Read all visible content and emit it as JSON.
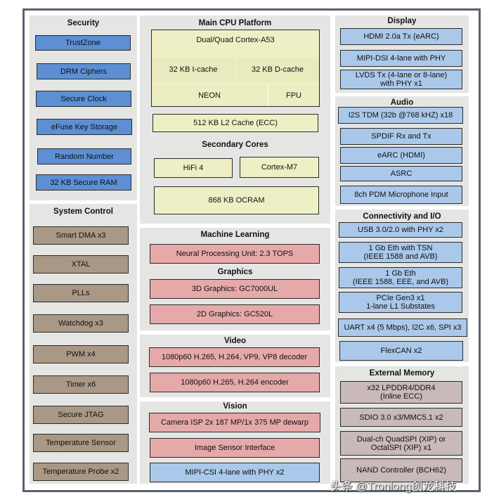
{
  "colors": {
    "security": "#5c8fd4",
    "io": "#aac8ea",
    "system": "#a99886",
    "media": "#e6a9a9",
    "cpu": "#eeefc4",
    "memory": "#c9b9b8",
    "panel": "#e5e6e3"
  },
  "sections": {
    "security": {
      "title": "Security",
      "items": [
        "TrustZone",
        "DRM Ciphers",
        "Secure Clock",
        "eFuse Key Storage",
        "Random Number",
        "32 KB Secure RAM"
      ]
    },
    "system": {
      "title": "System Control",
      "items": [
        "Smart DMA x3",
        "XTAL",
        "PLLs",
        "Watchdog x3",
        "PWM x4",
        "Timer x6",
        "Secure JTAG",
        "Temperature Sensor",
        "Temperature Probe x2"
      ]
    },
    "cpu": {
      "title": "Main CPU Platform",
      "core": "Dual/Quad Cortex-A53",
      "icache": "32 KB I-cache",
      "dcache": "32 KB D-cache",
      "neon": "NEON",
      "fpu": "FPU",
      "l2": "512 KB L2 Cache (ECC)",
      "secondary_title": "Secondary Cores",
      "hifi": "HiFi 4",
      "m7": "Cortex-M7",
      "ocram": "868 KB OCRAM"
    },
    "ml": {
      "title": "Machine Learning",
      "items": [
        "Neural Processing Unit: 2.3 TOPS"
      ]
    },
    "graphics": {
      "title": "Graphics",
      "items": [
        "3D Graphics: GC7000UL",
        "2D Graphics: GC520L"
      ]
    },
    "video": {
      "title": "Video",
      "items": [
        "1080p60 H.265, H.264, VP9, VP8 decoder",
        "1080p60 H.265, H.264 encoder"
      ]
    },
    "vision": {
      "title": "Vision",
      "items": [
        "Camera ISP 2x 187 MP/1x 375 MP dewarp",
        "Image Sensor Interface",
        "MIPI-CSI 4-lane with PHY x2"
      ]
    },
    "display": {
      "title": "Display",
      "items": [
        "HDMI 2.0a Tx (eARC)",
        "MIPI-DSI 4-lane with PHY",
        "LVDS Tx (4-lane or 8-lane)\nwith PHY x1"
      ]
    },
    "audio": {
      "title": "Audio",
      "items": [
        "I2S TDM (32b @768 kHZ) x18",
        "SPDIF Rx and Tx",
        "eARC (HDMI)",
        "ASRC",
        "8ch PDM Microphone Input"
      ]
    },
    "connectivity": {
      "title": "Connectivity and I/O",
      "items": [
        "USB 3.0/2.0 with PHY x2",
        "1 Gb Eth with TSN\n(IEEE 1588 and AVB)",
        "1 Gb Eth\n(IEEE 1588, EEE, and AVB)",
        "PCIe Gen3 x1\n1-lane L1 Substates",
        "UART x4 (5 Mbps), I2C x6, SPI x3",
        "FlexCAN x2"
      ]
    },
    "memory": {
      "title": "External Memory",
      "items": [
        "x32 LPDDR4/DDR4\n(Inline ECC)",
        "SDIO 3.0 x3/MMC5.1 x2",
        "Dual-ch QuadSPI (XIP) or\nOctalSPI (XIP) x1",
        "NAND Controller (BCH62)"
      ]
    }
  },
  "watermark": "头条 @Tronlong创龙科技"
}
